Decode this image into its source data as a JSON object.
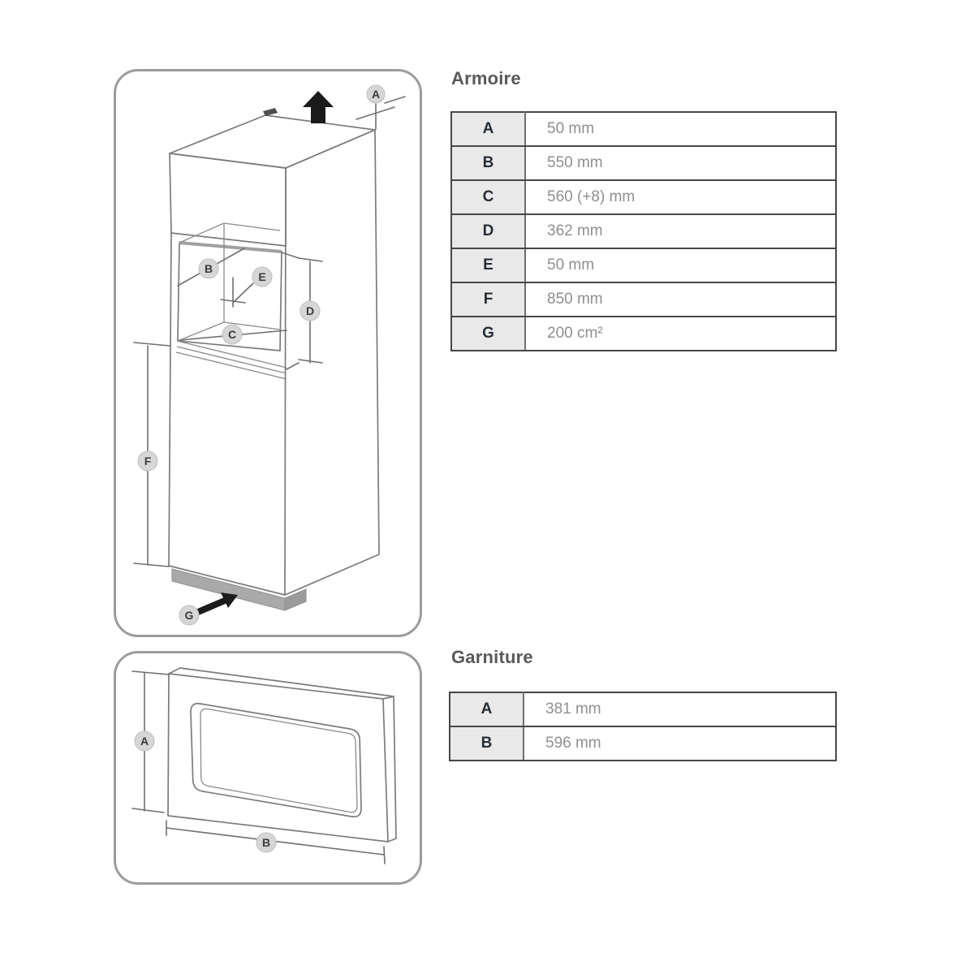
{
  "armoire": {
    "title": "Armoire",
    "rows": [
      {
        "key": "A",
        "value": "50 mm"
      },
      {
        "key": "B",
        "value": "550 mm"
      },
      {
        "key": "C",
        "value": "560 (+8) mm"
      },
      {
        "key": "D",
        "value": "362 mm"
      },
      {
        "key": "E",
        "value": "50 mm"
      },
      {
        "key": "F",
        "value": "850 mm"
      },
      {
        "key": "G",
        "value": "200 cm²"
      }
    ]
  },
  "garniture": {
    "title": "Garniture",
    "rows": [
      {
        "key": "A",
        "value": "381 mm"
      },
      {
        "key": "B",
        "value": "596 mm"
      }
    ]
  },
  "cabinet_diagram": {
    "description": "isometric tall cabinet with microwave niche",
    "labels": {
      "a": "A",
      "b": "B",
      "c": "C",
      "d": "D",
      "e": "E",
      "f": "F",
      "g": "G"
    }
  },
  "trim_diagram": {
    "description": "trim kit frame with opening",
    "labels": {
      "a": "A",
      "b": "B"
    }
  },
  "colors": {
    "line_art": "#7b7b7b",
    "panel_border": "#9c9c9c",
    "table_border": "#474747",
    "key_cell_bg": "#e9e9e9",
    "key_text": "#262e36",
    "value_text": "#8f8f8f",
    "title_text": "#595959",
    "label_circle": "#d6d6d6",
    "arrow_black": "#1b1b1b",
    "vent_strip": "#a9a9a9"
  }
}
